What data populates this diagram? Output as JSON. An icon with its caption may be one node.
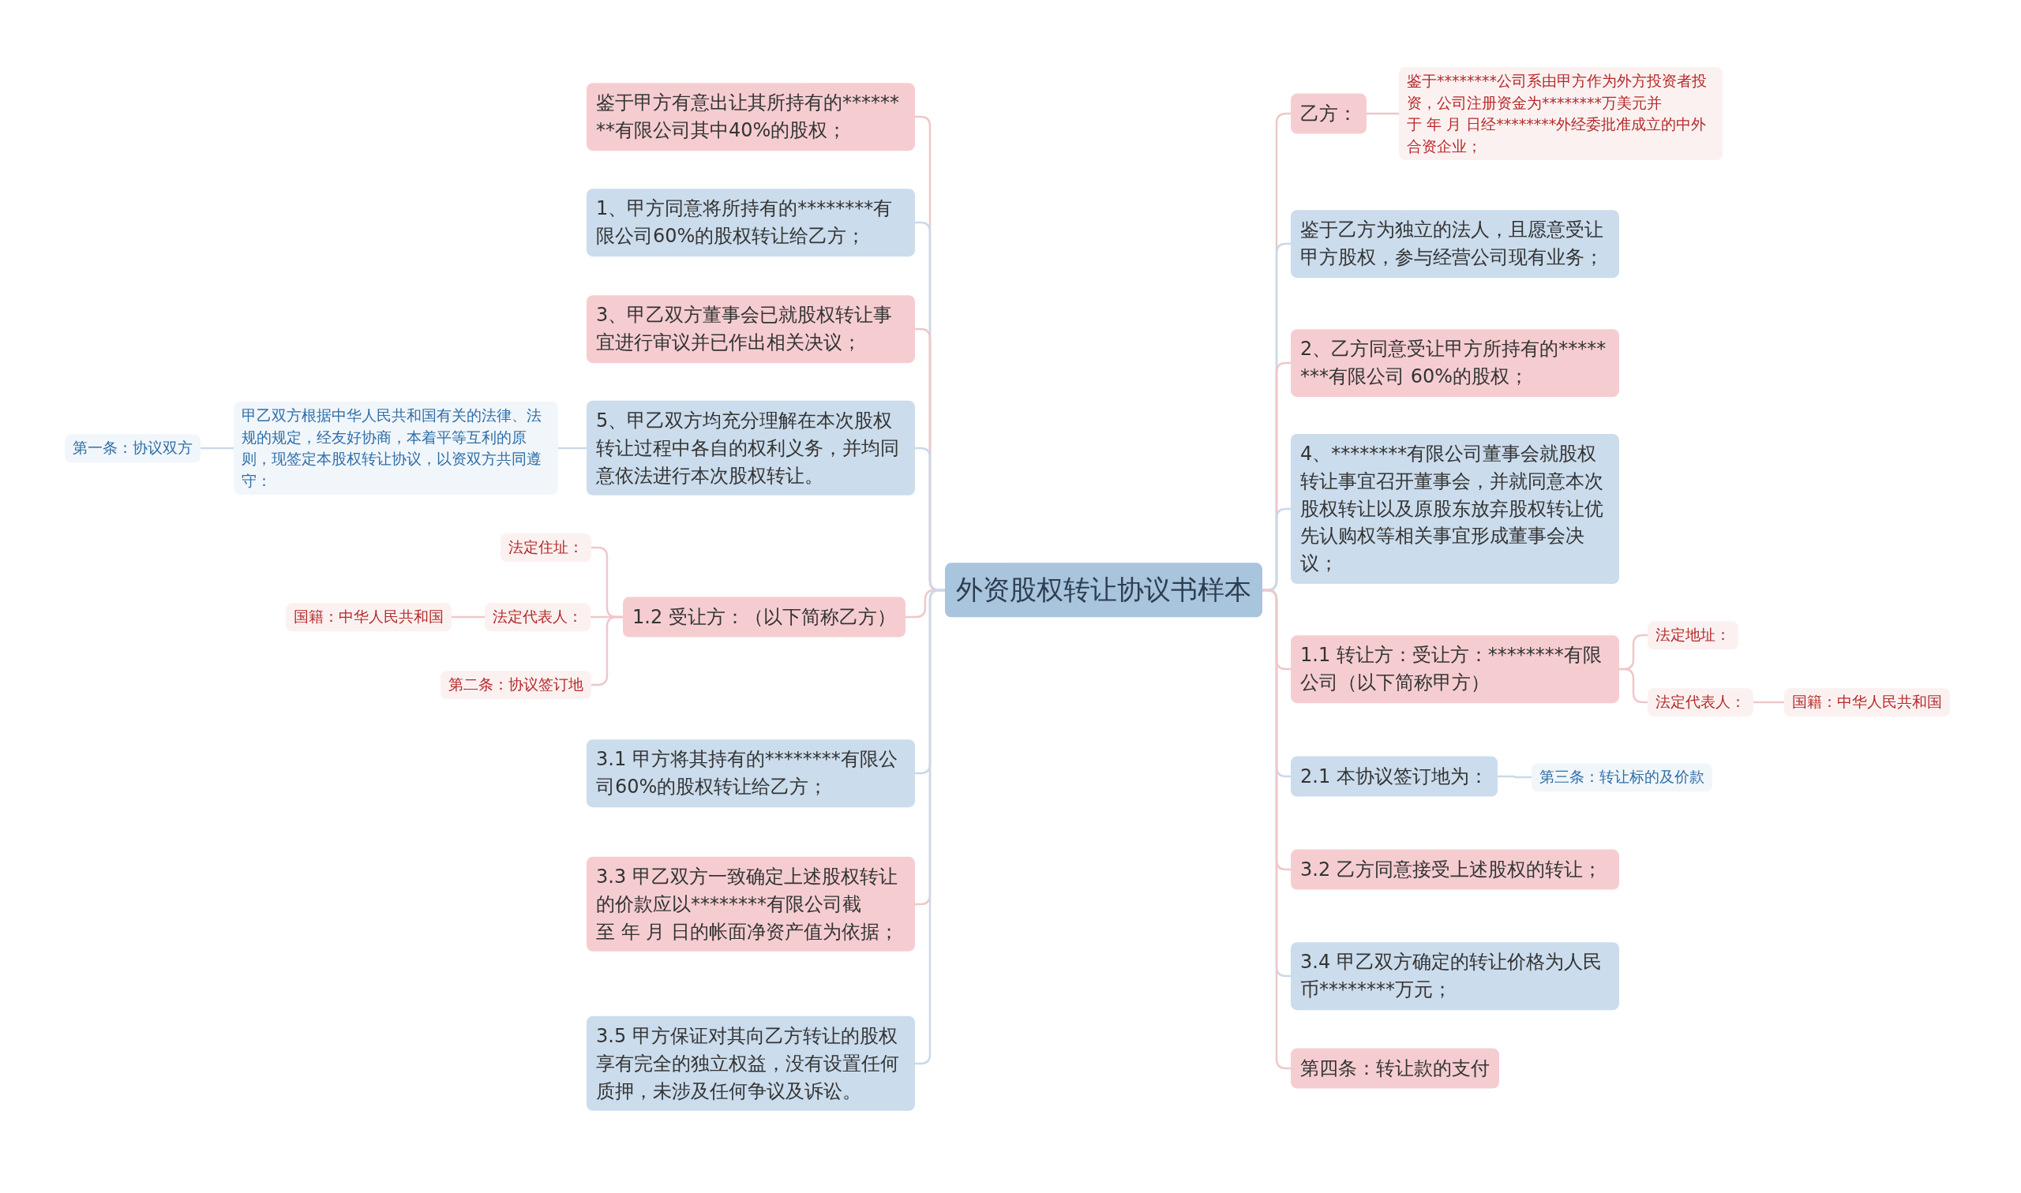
{
  "diagram": {
    "nodes": [
      {
        "text": [
          "外资股权转让协议书样本"
        ]
      },
      {
        "text": [
          "鉴于甲方有意出让其所持有的********有限公司其中40%的股权；"
        ]
      },
      {
        "text": [
          "1、甲方同意将所持有的********有限公司60%的股权转让给乙方；"
        ]
      },
      {
        "text": [
          "3、甲乙双方董事会已就股权转让事宜进行审议并已作出相关决议；"
        ]
      },
      {
        "text": [
          "5、甲乙双方均充分理解在本次股权转让过程中各自的权利义务，并均同意依法进行本次股权转让。"
        ]
      },
      {
        "text": [
          "甲乙双方根据中华人民共和国有关的法律、法规的规定，经友好协商，本着平等互利的原则，现签定本股权转让协议，以资双方共同遵守："
        ]
      },
      {
        "text": [
          "第一条：协议双方"
        ]
      },
      {
        "text": [
          "1.2 受让方：（以下简称乙方）"
        ]
      },
      {
        "text": [
          "法定住址："
        ]
      },
      {
        "text": [
          "法定代表人："
        ]
      },
      {
        "text": [
          "国籍：中华人民共和国"
        ]
      },
      {
        "text": [
          "第二条：协议签订地"
        ]
      },
      {
        "text": [
          "3.1 甲方将其持有的********有限公司60%的股权转让给乙方；"
        ]
      },
      {
        "text": [
          "3.3 甲乙双方一致确定上述股权转让的价款应以********有限公司截至 年 月 日的帐面净资产值为依据；"
        ]
      },
      {
        "text": [
          "3.5 甲方保证对其向乙方转让的股权享有完全的独立权益，没有设置任何质押，未涉及任何争议及诉讼。"
        ]
      },
      {
        "text": [
          "乙方："
        ]
      },
      {
        "text": [
          "鉴于********公司系由甲方作为外方投资者投资，公司注册资金为********万美元并于 年 月 日经********外经委批准成立的中外合资企业；"
        ]
      },
      {
        "text": [
          "鉴于乙方为独立的法人，且愿意受让甲方股权，参与经营公司现有业务；"
        ]
      },
      {
        "text": [
          "2、乙方同意受让甲方所持有的********有限公司 60%的股权；"
        ]
      },
      {
        "text": [
          "4、********有限公司董事会就股权转让事宜召开董事会，并就同意本次股权转让以及原股东放弃股权转让优先认购权等相关事宜形成董事会决议；"
        ]
      },
      {
        "text": [
          "1.1 转让方：受让方：********有限公司（以下简称甲方）"
        ]
      },
      {
        "text": [
          "法定地址："
        ]
      },
      {
        "text": [
          "法定代表人："
        ]
      },
      {
        "text": [
          "国籍：中华人民共和国"
        ]
      },
      {
        "text": [
          "2.1 本协议签订地为："
        ]
      },
      {
        "text": [
          "第三条：转让标的及价款"
        ]
      },
      {
        "text": [
          "3.2 乙方同意接受上述股权的转让；"
        ]
      },
      {
        "text": [
          "3.4 甲乙双方确定的转让价格为人民币********万元；"
        ]
      },
      {
        "text": [
          "第四条：转让款的支付"
        ]
      }
    ],
    "edges": [
      {
        "from": 0,
        "to": 1,
        "arrow": "none"
      },
      {
        "from": 0,
        "to": 2,
        "arrow": "none",
        "color": "#c9d9ea"
      },
      {
        "from": 0,
        "to": 3,
        "arrow": "none"
      },
      {
        "from": 0,
        "to": 4,
        "arrow": "none",
        "color": "#c9d9ea"
      },
      {
        "from": 4,
        "to": 5,
        "arrow": "none",
        "color": "#c9d9ea"
      },
      {
        "from": 5,
        "to": 6,
        "arrow": "none",
        "color": "#c9d9ea"
      },
      {
        "from": 0,
        "to": 7,
        "arrow": "none"
      },
      {
        "from": 7,
        "to": 8,
        "arrow": "none"
      },
      {
        "from": 7,
        "to": 9,
        "arrow": "none"
      },
      {
        "from": 9,
        "to": 10,
        "arrow": "none"
      },
      {
        "from": 7,
        "to": 11,
        "arrow": "none"
      },
      {
        "from": 0,
        "to": 12,
        "arrow": "none",
        "color": "#c9d9ea"
      },
      {
        "from": 0,
        "to": 13,
        "arrow": "none"
      },
      {
        "from": 0,
        "to": 14,
        "arrow": "none",
        "color": "#c9d9ea"
      },
      {
        "from": 0,
        "to": 15,
        "arrow": "none"
      },
      {
        "from": 15,
        "to": 16,
        "arrow": "none"
      },
      {
        "from": 0,
        "to": 17,
        "arrow": "none",
        "color": "#c9d9ea"
      },
      {
        "from": 0,
        "to": 18,
        "arrow": "none"
      },
      {
        "from": 0,
        "to": 19,
        "arrow": "none",
        "color": "#c9d9ea"
      },
      {
        "from": 0,
        "to": 20,
        "arrow": "none"
      },
      {
        "from": 20,
        "to": 21,
        "arrow": "none"
      },
      {
        "from": 20,
        "to": 22,
        "arrow": "none"
      },
      {
        "from": 22,
        "to": 23,
        "arrow": "none"
      },
      {
        "from": 0,
        "to": 24,
        "arrow": "none",
        "color": "#c9d9ea"
      },
      {
        "from": 24,
        "to": 25,
        "arrow": "none",
        "color": "#c9d9ea"
      },
      {
        "from": 0,
        "to": 26,
        "arrow": "none"
      },
      {
        "from": 0,
        "to": 27,
        "arrow": "none",
        "color": "#c9d9ea"
      },
      {
        "from": 0,
        "to": 28,
        "arrow": "none"
      }
    ]
  }
}
